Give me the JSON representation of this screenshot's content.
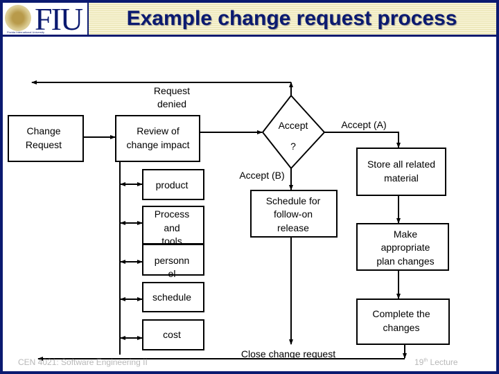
{
  "header": {
    "logo_text": "FIU",
    "logo_subtext": "Florida International University",
    "title": "Example change request process"
  },
  "diagram": {
    "request_denied": [
      "Request",
      "denied"
    ],
    "change_request": [
      "Change",
      "Request"
    ],
    "review": [
      "Review of",
      "change impact"
    ],
    "decision": [
      "Accept",
      "?"
    ],
    "accept_a": "Accept (A)",
    "accept_b": "Accept (B)",
    "product": "product",
    "process_tools": [
      "Process",
      "and",
      "tools"
    ],
    "personnel": [
      "personn",
      "el"
    ],
    "schedule": "schedule",
    "cost": "cost",
    "schedule_followon": [
      "Schedule for",
      "follow-on",
      "release"
    ],
    "store": [
      "Store all related",
      "material"
    ],
    "make": [
      "Make",
      "appropriate",
      "plan changes"
    ],
    "complete": [
      "Complete the",
      "changes"
    ],
    "close": "Close change request"
  },
  "footer": {
    "course": "CEN 4021: Software Engineering II",
    "lecture_num": "19",
    "lecture_sup": "th",
    "lecture_word": " Lecture"
  },
  "colors": {
    "frame": "#0b1a70",
    "title": "#0b1a70"
  }
}
